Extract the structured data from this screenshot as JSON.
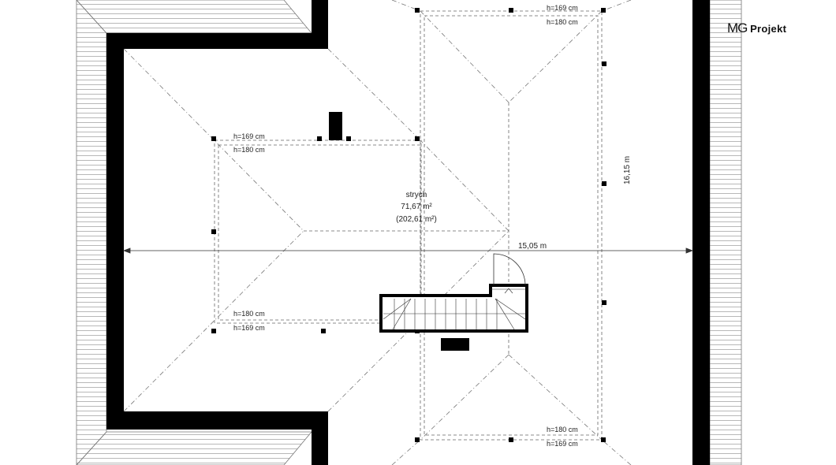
{
  "logo": {
    "mark": "MG",
    "name": "Projekt"
  },
  "room": {
    "name": "strych",
    "area": "71,67 m²",
    "area_total": "(202,61 m²)"
  },
  "dimensions": {
    "width": "15,05 m",
    "length": "16,15 m"
  },
  "heights": {
    "top_169": "h=169 cm",
    "top_180": "h=180 cm",
    "left_top_169": "h=169 cm",
    "left_top_180": "h=180 cm",
    "left_bottom_180": "h=180 cm",
    "left_bottom_169": "h=169 cm",
    "bottom_180": "h=180 cm",
    "bottom_169": "h=169 cm"
  }
}
